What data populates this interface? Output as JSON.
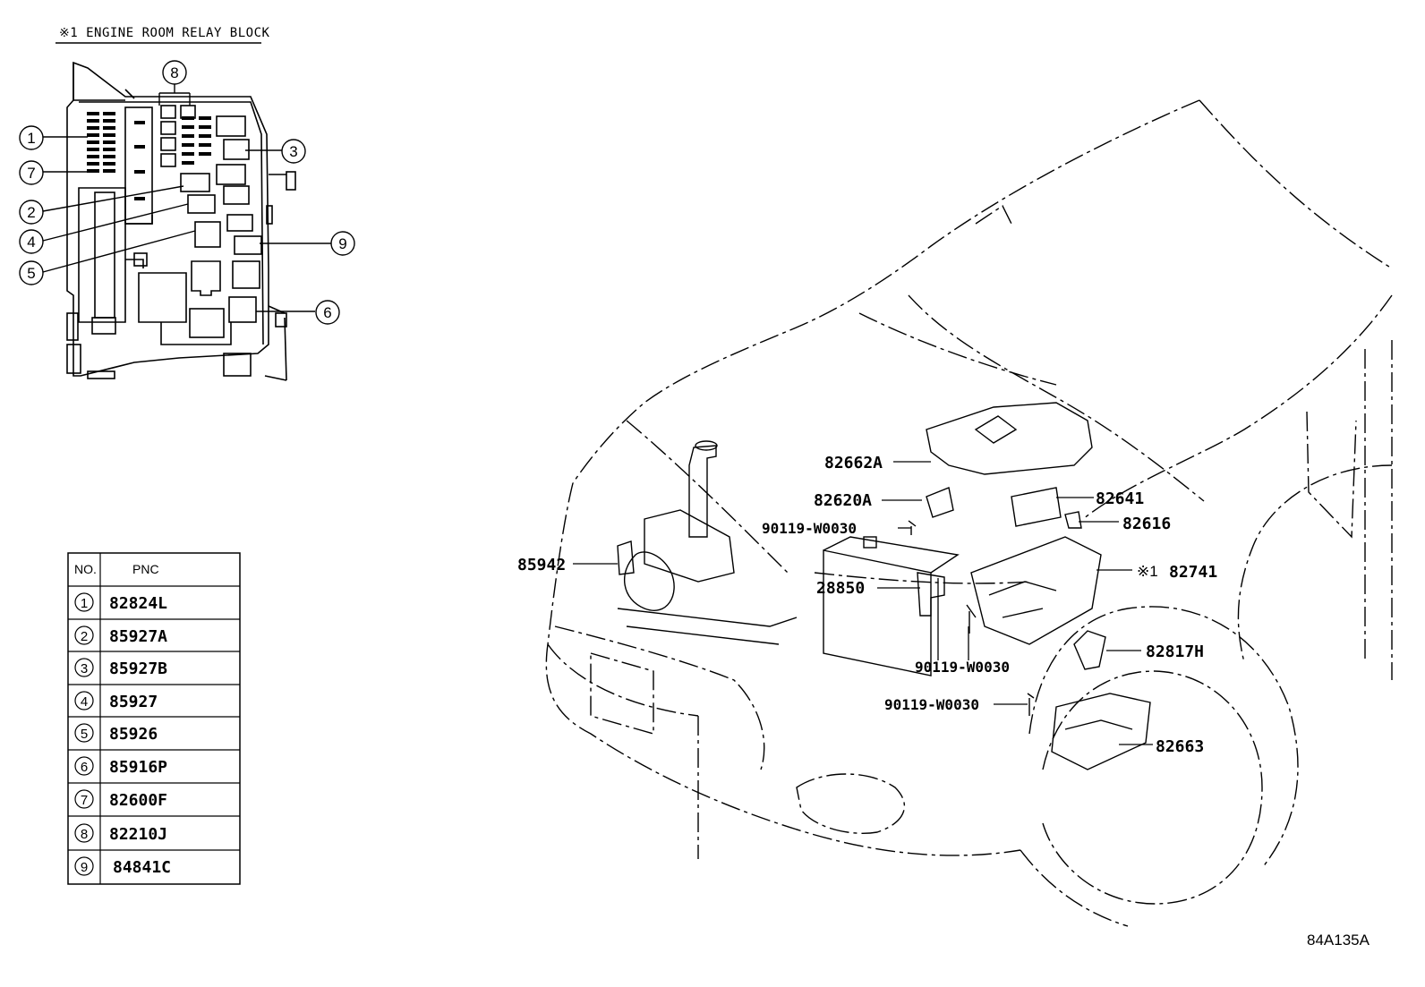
{
  "diagram": {
    "section_title": "※1  ENGINE ROOM RELAY BLOCK",
    "reference_code": "84A135A"
  },
  "relay_block_callouts": [
    {
      "num": "1"
    },
    {
      "num": "7"
    },
    {
      "num": "2"
    },
    {
      "num": "4"
    },
    {
      "num": "5"
    },
    {
      "num": "8"
    },
    {
      "num": "3"
    },
    {
      "num": "9"
    },
    {
      "num": "6"
    }
  ],
  "parts_table": {
    "headers": {
      "no": "NO.",
      "pnc": "PNC"
    },
    "rows": [
      {
        "no": "1",
        "pnc": "82824L"
      },
      {
        "no": "2",
        "pnc": "85927A"
      },
      {
        "no": "3",
        "pnc": "85927B"
      },
      {
        "no": "4",
        "pnc": "85927"
      },
      {
        "no": "5",
        "pnc": "85926"
      },
      {
        "no": "6",
        "pnc": "85916P"
      },
      {
        "no": "7",
        "pnc": "82600F"
      },
      {
        "no": "8",
        "pnc": "82210J"
      },
      {
        "no": "9",
        "pnc": "84841C"
      }
    ]
  },
  "part_callouts": {
    "p82662a": "82662A",
    "p82620a": "82620A",
    "p90119_top": "90119-W0030",
    "p85942": "85942",
    "p28850": "28850",
    "p82641": "82641",
    "p82616": "82616",
    "p82741_mark": "※1",
    "p82741": "82741",
    "p90119_mid": "90119-W0030",
    "p82817h": "82817H",
    "p90119_low": "90119-W0030",
    "p82663": "82663"
  }
}
